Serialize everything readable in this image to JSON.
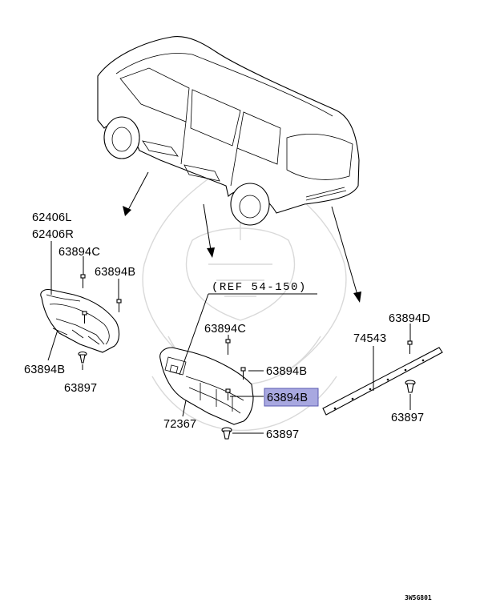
{
  "labels": {
    "l_62406L": "62406L",
    "l_62406R": "62406R",
    "l_63894C_a": "63894C",
    "l_63894B_a": "63894B",
    "l_63894B_b": "63894B",
    "l_63897_a": "63897",
    "ref": "(REF 54-150)",
    "l_63894C_b": "63894C",
    "l_63894B_c": "63894B",
    "l_63894B_hl": "63894B",
    "l_72367": "72367",
    "l_63897_b": "63897",
    "l_63894D": "63894D",
    "l_74543": "74543",
    "l_63897_c": "63897"
  },
  "diagram_code": "3W5G801",
  "colors": {
    "highlight": "#a8a8e0",
    "line": "#000000",
    "watermark": "#d9d9d9"
  }
}
